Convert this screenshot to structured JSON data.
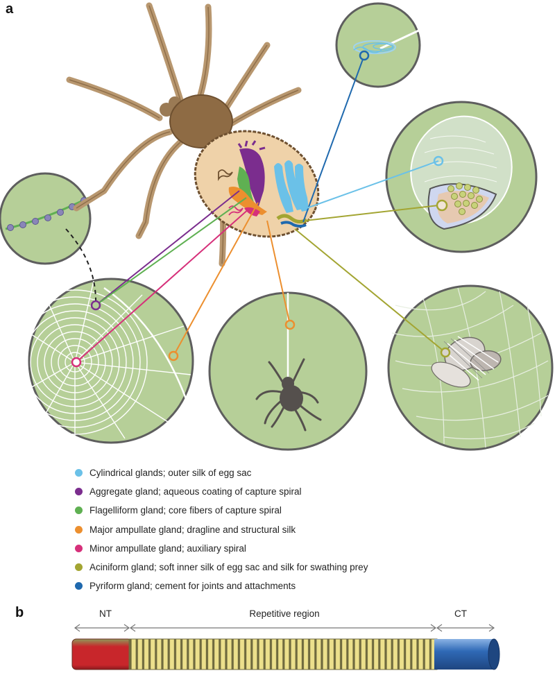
{
  "panels": {
    "a": "a",
    "b": "b"
  },
  "legend": [
    {
      "color": "#6bc1e8",
      "text": "Cylindrical glands; outer silk of egg sac"
    },
    {
      "color": "#7b2d8e",
      "text": "Aggregate gland; aqueous coating of capture spiral"
    },
    {
      "color": "#5fb052",
      "text": "Flagelliform gland; core fibers of capture spiral"
    },
    {
      "color": "#ec8f2f",
      "text": "Major ampullate gland; dragline and structural silk"
    },
    {
      "color": "#d6307a",
      "text": "Minor ampullate gland; auxiliary spiral"
    },
    {
      "color": "#a3a532",
      "text": "Aciniform gland; soft inner silk of egg sac and silk for swathing prey"
    },
    {
      "color": "#1f69ae",
      "text": "Pyriform gland; cement for joints and attachments"
    }
  ],
  "protein": {
    "nt_label": "NT",
    "repetitive_label": "Repetitive region",
    "ct_label": "CT"
  },
  "colors": {
    "bubble_fill": "#b6cf98",
    "bubble_border": "#5e5e5e",
    "spider_body": "#b8976f",
    "abdomen": "#efd2a9",
    "nt_color": "#c8262b",
    "repeat_color": "#ece08c",
    "ct_color": "#2f69b6"
  }
}
